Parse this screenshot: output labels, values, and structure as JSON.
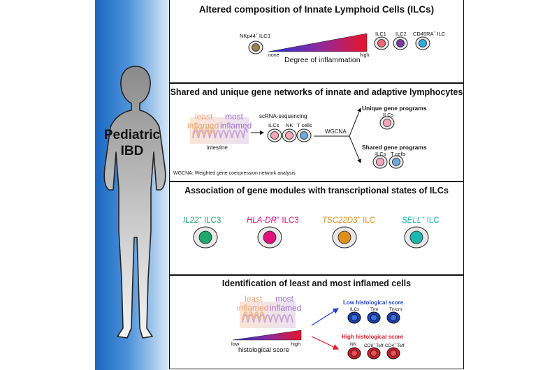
{
  "left_panel": {
    "title_line1": "Pediatric",
    "title_line2": "IBD",
    "colors": {
      "gradient_top": "#1a67c2",
      "gradient_bottom": "#eaf2fb",
      "silhouette_top": "#8a8a8a",
      "silhouette_bottom": "#f2f2f2"
    }
  },
  "panel1": {
    "title": "Altered composition of Innate Lymphoid Cells (ILCs)",
    "nkp44_label": "NKp44",
    "nkp44_sup": "+",
    "nkp44_suffix": " ILC3",
    "scale_none": "none",
    "scale_high": "high",
    "axis_label": "Degree of inflammation",
    "ilc1_label": "ILC1",
    "ilc2_label": "ILC2",
    "cd45ra_label": "CD45RA",
    "cd45ra_sup": "+",
    "cd45ra_suffix": " ILC",
    "colors": {
      "nkp44": "#a07d52",
      "ilc1": "#f06a7a",
      "ilc2": "#7a3aa0",
      "cd45ra": "#2aaee0",
      "grad_start": "#2430d8",
      "grad_end": "#e8142c"
    }
  },
  "panel2": {
    "title": "Shared and unique gene networks of innate and adaptive lymphocytes",
    "least_label": "least",
    "inflamed_label1": "inflamed",
    "most_label": "most",
    "inflamed_label2": "inflamed",
    "intestine_label": "intestine",
    "scrna_label": "scRNA-sequencing",
    "ilcs_label": "ILCs",
    "nk_label": "NK",
    "tcells_label": "T cells",
    "wgcna_label": "WGCNA",
    "unique_title": "Unique gene programs",
    "unique_ilcs": "ILCs",
    "shared_title": "Shared gene programs",
    "shared_ilcs": "ILCs",
    "shared_tcells": "T cells",
    "footnote": "WGCNA: Weighted gene coexpression network analysis",
    "colors": {
      "least": "#f0a070",
      "most": "#a070d0",
      "ilc": "#f4a6b8",
      "tcell": "#6fa8dc"
    }
  },
  "panel3": {
    "title": "Association of gene modules with transcriptional states of ILCs",
    "cells": [
      {
        "gene": "IL22",
        "sup": "+",
        "suffix": " ILC3",
        "color": "#1fa86a"
      },
      {
        "gene": "HLA-DR",
        "sup": "+",
        "suffix": " ILC3",
        "color": "#e0107e"
      },
      {
        "gene": "TSC22D3",
        "sup": "+",
        "suffix": " ILC",
        "color": "#e0901a"
      },
      {
        "gene": "SELL",
        "sup": "+",
        "suffix": " ILC",
        "color": "#1ab8b0"
      }
    ]
  },
  "panel4": {
    "title": "Identification of least and most inflamed cells",
    "least_label": "least",
    "inflamed_label1": "inflamed",
    "most_label": "most",
    "inflamed_label2": "inflamed",
    "scale_low": "low",
    "scale_high": "high",
    "axis_label": "histological score",
    "low_title": "Low histological score",
    "low_cells": [
      "ILCs",
      "Trm",
      "Tn/cm"
    ],
    "high_title": "High histological score",
    "high_cells": [
      {
        "label": "NK",
        "sup": "",
        "suffix": ""
      },
      {
        "label": "CD8",
        "sup": "+",
        "suffix": " Teff"
      },
      {
        "label": "CD4",
        "sup": "+",
        "suffix": " Teff"
      }
    ],
    "colors": {
      "low": "#1f3fd0",
      "high": "#e01a2a",
      "low_cell": "#1a3fb0",
      "high_cell": "#c81e2a"
    }
  }
}
